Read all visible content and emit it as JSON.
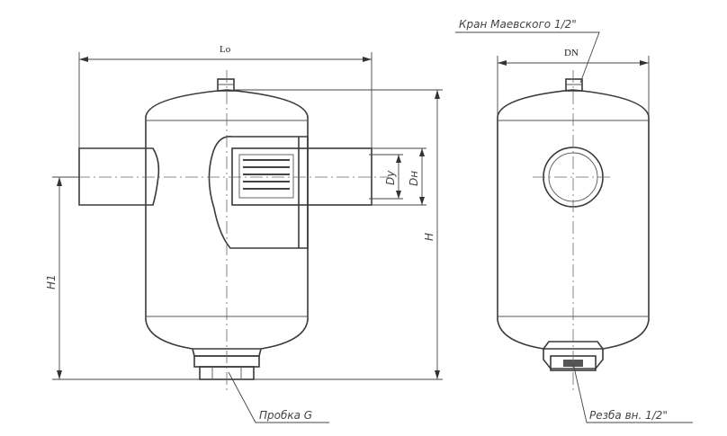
{
  "labels": {
    "lo": "Lo",
    "dn": "DN",
    "h": "H",
    "h1": "H1",
    "dy": "Dy",
    "dn_outer": "Dн",
    "valve": "Кран Маевского 1/2\"",
    "plug": "Пробка G",
    "thread": "Резба вн. 1/2\""
  }
}
